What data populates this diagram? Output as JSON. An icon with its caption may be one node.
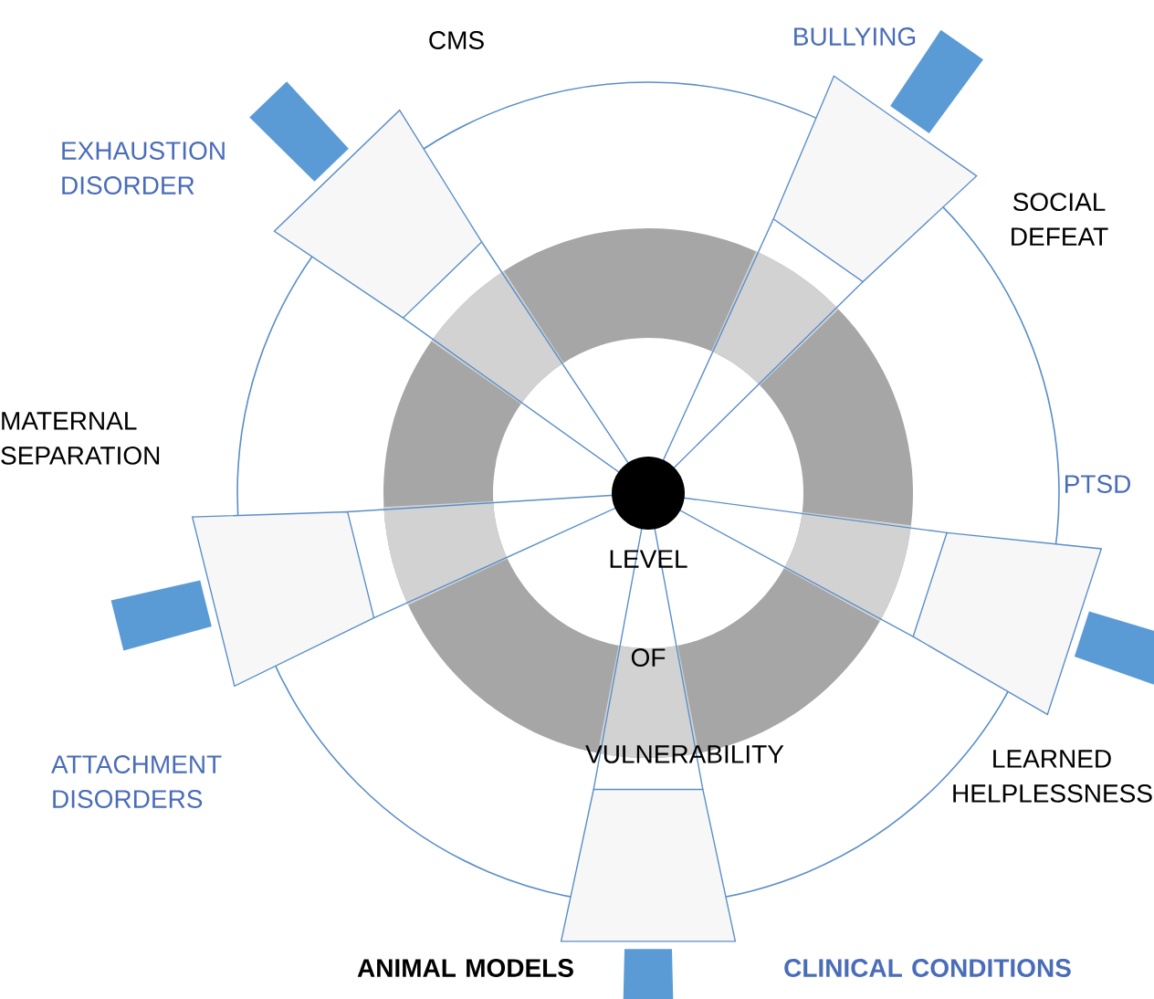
{
  "diagram": {
    "labels": [
      "CMS",
      "BULLYING",
      "EXHAUSTION DISORDER",
      "SOCIAL DEFEAT",
      "MATERNAL SEPARATION",
      "PTSD",
      "LEVEL",
      "OF",
      "VULNERABILITY",
      "ATTACHMENT DISORDERS",
      "LEARNED HELPLESSNESS",
      "ANIMAL MODELS",
      "CLINICAL CONDITIONS"
    ]
  }
}
